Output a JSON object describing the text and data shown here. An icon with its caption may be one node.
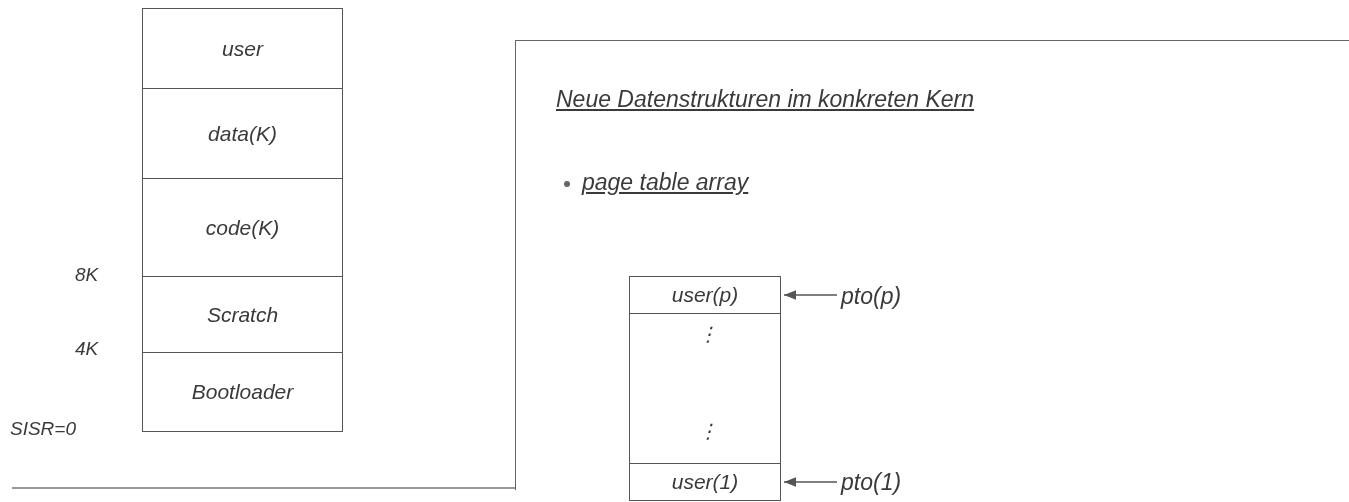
{
  "diagram": {
    "nodes": [
      {
        "text": [
          "user"
        ]
      },
      {
        "text": [
          "data(K)"
        ]
      },
      {
        "text": [
          "code(K)"
        ]
      },
      {
        "text": [
          "Scratch"
        ]
      },
      {
        "text": [
          "Bootloader"
        ]
      },
      {
        "text": [
          "Neue Datenstrukturen im konkreten Kern",
          "page table array"
        ]
      },
      {
        "text": [
          "user(p)"
        ],
        "in": 5
      },
      {
        "text": [
          "⋮",
          "⋮"
        ],
        "in": 5
      },
      {
        "text": [
          "user(1)"
        ],
        "in": 5
      },
      {
        "text": [
          "pto(p)"
        ],
        "in": 5
      },
      {
        "text": [
          "pto(1)"
        ],
        "in": 5
      }
    ],
    "edges": [
      {
        "from": 9,
        "to": 6,
        "arrow": "to"
      },
      {
        "from": 10,
        "to": 8,
        "arrow": "to"
      }
    ],
    "labels": [
      "8K",
      "4K",
      "SISR=0"
    ]
  }
}
